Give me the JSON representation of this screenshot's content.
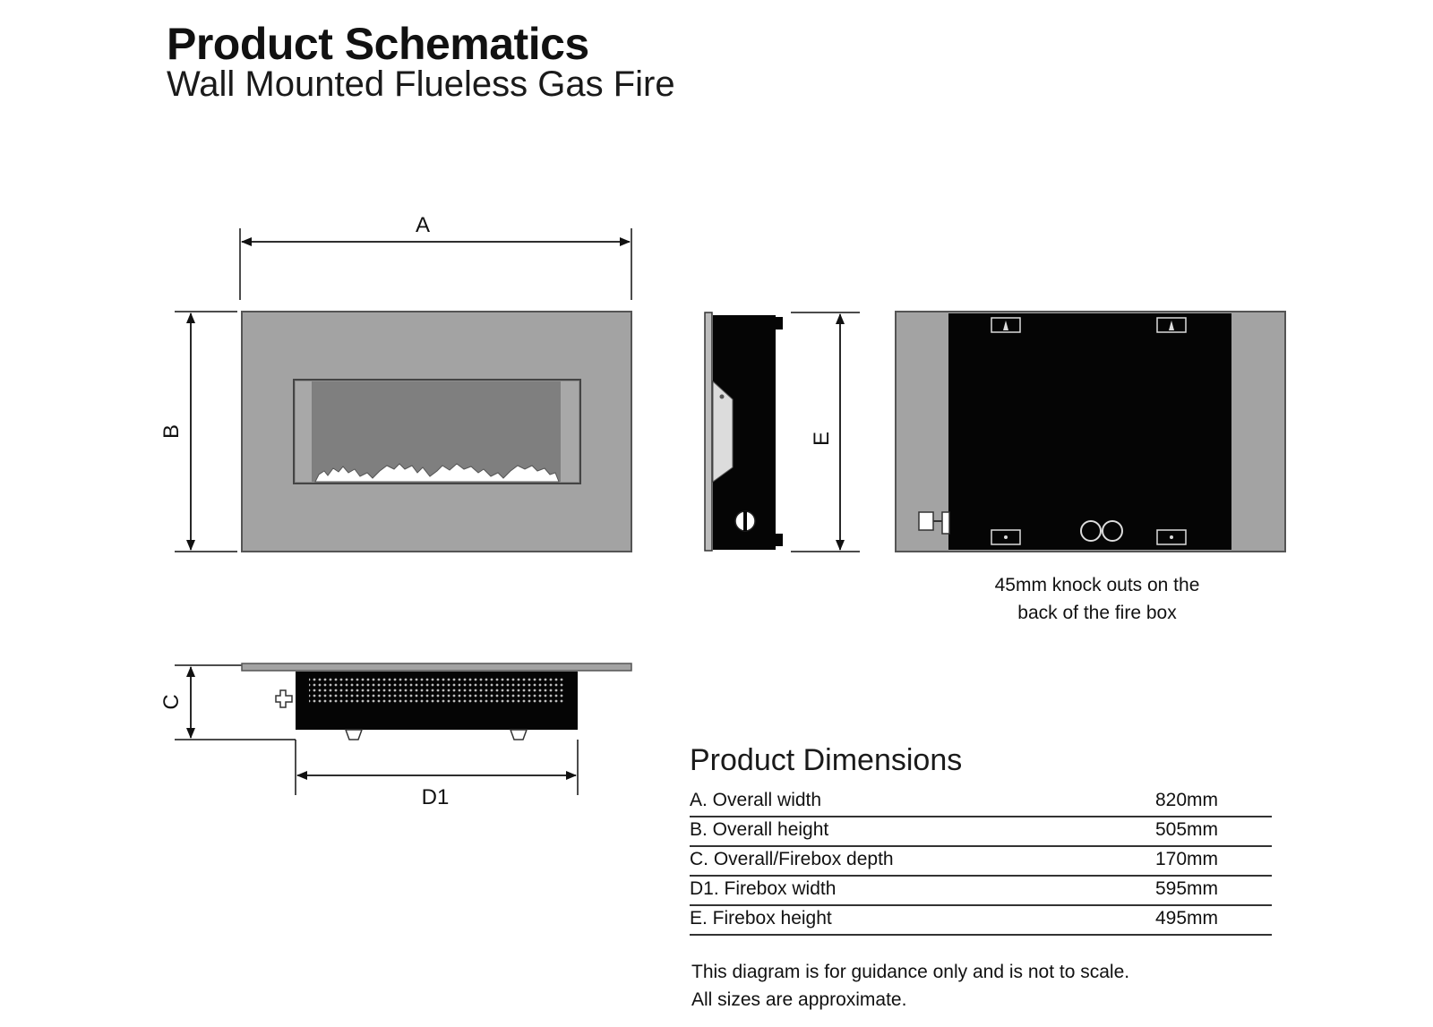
{
  "header": {
    "title": "Product Schematics",
    "subtitle": "Wall Mounted Flueless Gas Fire"
  },
  "labels": {
    "a": "A",
    "b": "B",
    "c": "C",
    "d1": "D1",
    "e": "E"
  },
  "knockout_note": {
    "line1": "45mm knock outs on the",
    "line2": "back of the fire box"
  },
  "dimensions": {
    "title": "Product Dimensions",
    "rows": [
      {
        "label": "A. Overall width",
        "value": "820mm"
      },
      {
        "label": "B. Overall height",
        "value": "505mm"
      },
      {
        "label": "C. Overall/Firebox depth",
        "value": "170mm"
      },
      {
        "label": "D1. Firebox width",
        "value": "595mm"
      },
      {
        "label": "E. Firebox height",
        "value": "495mm"
      }
    ]
  },
  "disclaimer": {
    "line1": "This diagram is for guidance only and is not to scale.",
    "line2": "All sizes are approximate."
  },
  "colors": {
    "panel_grey": "#a3a3a3",
    "glass_grey": "#858585",
    "black": "#050505"
  }
}
